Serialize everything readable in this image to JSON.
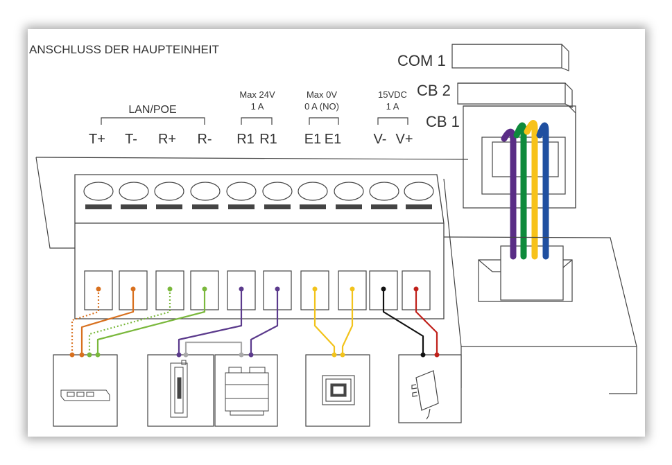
{
  "title": "ANSCHLUSS DER HAUPTEINHEIT",
  "groups": {
    "lan_poe": "LAN/POE",
    "relay_line1": "Max 24V",
    "relay_line2": "1 A",
    "exit_line1": "Max 0V",
    "exit_line2": "0 A (NO)",
    "power_line1": "15VDC",
    "power_line2": "1 A"
  },
  "terminals": [
    "T+",
    "T-",
    "R+",
    "R-",
    "R1",
    "R1",
    "E1",
    "E1",
    "V-",
    "V+"
  ],
  "ports": {
    "com1": "COM 1",
    "cb2": "CB 2",
    "cb1": "CB 1"
  },
  "colors": {
    "orange": "#d8701e",
    "green_light": "#7ab83c",
    "purple": "#5b3a8c",
    "gray": "#a9a9a9",
    "yellow": "#f2c31b",
    "black": "#111111",
    "red": "#c0201a",
    "cable_purple": "#5a2d86",
    "cable_green": "#0e8a3c",
    "cable_yellow": "#f7c21a",
    "cable_blue": "#1f4fa0"
  },
  "devices": [
    "network-switch-icon",
    "door-strike-icon",
    "din-rail-relay-icon",
    "exit-button-icon",
    "power-adapter-icon"
  ]
}
